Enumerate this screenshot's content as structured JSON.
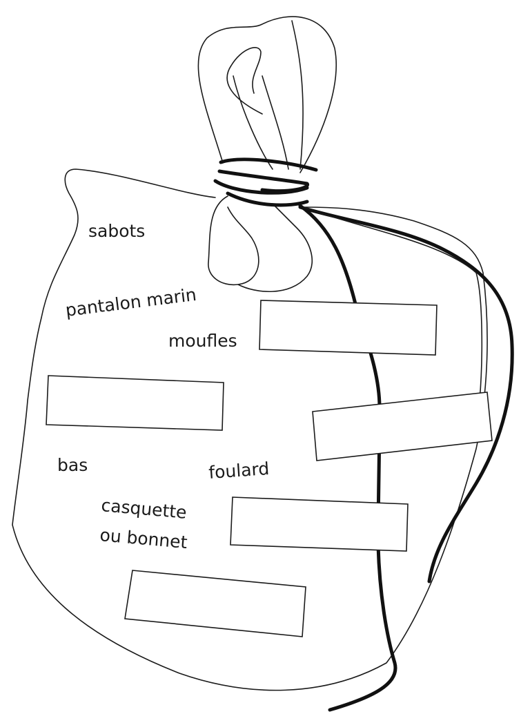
{
  "labels": {
    "sabots": "sabots",
    "pantalon_marin": "pantalon marin",
    "moufles": "moufles",
    "bas": "bas",
    "foulard": "foulard",
    "casquette_line1": "casquette",
    "casquette_line2": "ou bonnet"
  },
  "answer_boxes_count": 5
}
